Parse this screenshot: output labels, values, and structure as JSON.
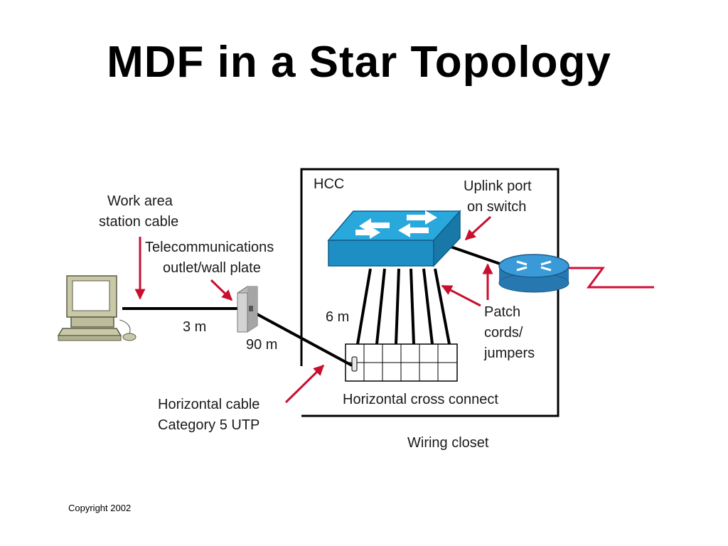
{
  "slide": {
    "title": "MDF in a Star Topology",
    "copyright": "Copyright 2002"
  },
  "diagram": {
    "labels": {
      "hcc": "HCC",
      "uplink_line1": "Uplink port",
      "uplink_line2": "on switch",
      "work_area_line1": "Work area",
      "work_area_line2": "station cable",
      "telecom_line1": "Telecommunications",
      "telecom_line2": "outlet/wall plate",
      "dist_3m": "3 m",
      "dist_90m": "90 m",
      "dist_6m": "6 m",
      "patch_line1": "Patch",
      "patch_line2": "cords/",
      "patch_line3": "jumpers",
      "horizontal_cable_line1": "Horizontal cable",
      "horizontal_cable_line2": "Category 5 UTP",
      "horizontal_cross_connect": "Horizontal cross connect",
      "wiring_closet": "Wiring closet"
    },
    "colors": {
      "arrow": "#c8102e",
      "switch_top": "#29a8dc",
      "switch_front": "#1e8fc4",
      "router": "#2f8fcf",
      "wan_link": "#d0103a",
      "pc_body": "#c9c9a8"
    },
    "icons": [
      "switch-icon",
      "router-icon",
      "computer-icon",
      "wall-plate-icon",
      "patch-panel-icon"
    ]
  }
}
